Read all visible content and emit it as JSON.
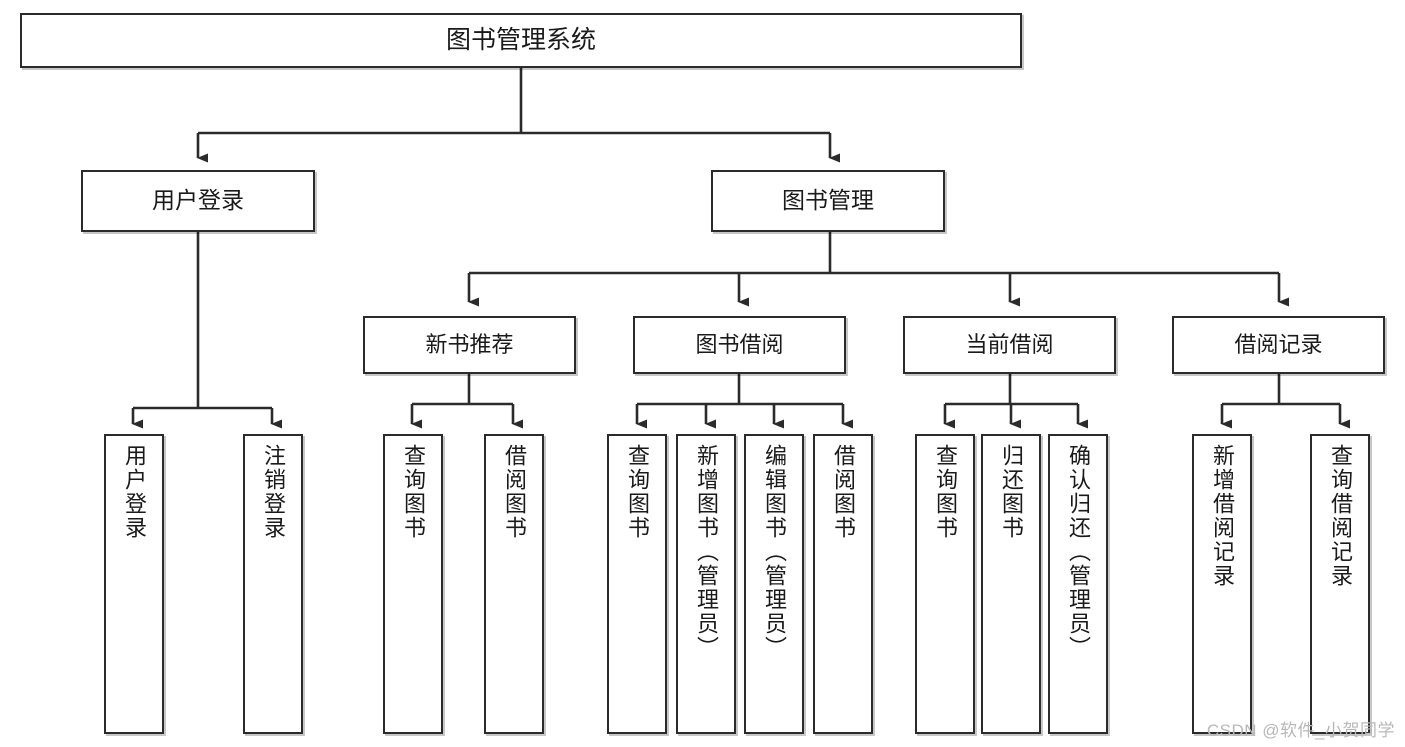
{
  "diagram": {
    "type": "tree-hierarchy",
    "title": "图书管理系统",
    "watermark": "CSDN @软件_小贺同学",
    "colors": {
      "stroke": "#2b2b2b",
      "fill": "#ffffff",
      "text": "#1a1a1a",
      "watermark": "#b8b8b8"
    },
    "nodes": {
      "root": {
        "label": "图书管理系统",
        "level": 1,
        "orientation": "horizontal"
      },
      "user_login": {
        "label": "用户登录",
        "level": 2,
        "orientation": "horizontal"
      },
      "book_manage": {
        "label": "图书管理",
        "level": 2,
        "orientation": "horizontal"
      },
      "new_book_rec": {
        "label": "新书推荐",
        "level": 3,
        "orientation": "horizontal"
      },
      "book_borrow": {
        "label": "图书借阅",
        "level": 3,
        "orientation": "horizontal"
      },
      "current_borrow": {
        "label": "当前借阅",
        "level": 3,
        "orientation": "horizontal"
      },
      "borrow_record": {
        "label": "借阅记录",
        "level": 3,
        "orientation": "horizontal"
      },
      "leaf_user_login": {
        "label": "用户登录",
        "level": 4,
        "orientation": "vertical"
      },
      "leaf_logout": {
        "label": "注销登录",
        "level": 4,
        "orientation": "vertical"
      },
      "leaf_query_book_1": {
        "label": "查询图书",
        "level": 4,
        "orientation": "vertical"
      },
      "leaf_borrow_book_1": {
        "label": "借阅图书",
        "level": 4,
        "orientation": "vertical"
      },
      "leaf_query_book_2": {
        "label": "查询图书",
        "level": 4,
        "orientation": "vertical"
      },
      "leaf_add_book": {
        "label": "新增图书（管理员）",
        "level": 4,
        "orientation": "vertical"
      },
      "leaf_edit_book": {
        "label": "编辑图书（管理员）",
        "level": 4,
        "orientation": "vertical"
      },
      "leaf_borrow_book_2": {
        "label": "借阅图书",
        "level": 4,
        "orientation": "vertical"
      },
      "leaf_query_book_3": {
        "label": "查询图书",
        "level": 4,
        "orientation": "vertical"
      },
      "leaf_return_book": {
        "label": "归还图书",
        "level": 4,
        "orientation": "vertical"
      },
      "leaf_confirm_return": {
        "label": "确认归还（管理员）",
        "level": 4,
        "orientation": "vertical"
      },
      "leaf_add_record": {
        "label": "新增借阅记录",
        "level": 4,
        "orientation": "vertical"
      },
      "leaf_query_record": {
        "label": "查询借阅记录",
        "level": 4,
        "orientation": "vertical"
      }
    },
    "edges": [
      {
        "from": "root",
        "to": "user_login"
      },
      {
        "from": "root",
        "to": "book_manage"
      },
      {
        "from": "user_login",
        "to": "leaf_user_login"
      },
      {
        "from": "user_login",
        "to": "leaf_logout"
      },
      {
        "from": "book_manage",
        "to": "new_book_rec"
      },
      {
        "from": "book_manage",
        "to": "book_borrow"
      },
      {
        "from": "book_manage",
        "to": "current_borrow"
      },
      {
        "from": "book_manage",
        "to": "borrow_record"
      },
      {
        "from": "new_book_rec",
        "to": "leaf_query_book_1"
      },
      {
        "from": "new_book_rec",
        "to": "leaf_borrow_book_1"
      },
      {
        "from": "book_borrow",
        "to": "leaf_query_book_2"
      },
      {
        "from": "book_borrow",
        "to": "leaf_add_book"
      },
      {
        "from": "book_borrow",
        "to": "leaf_edit_book"
      },
      {
        "from": "book_borrow",
        "to": "leaf_borrow_book_2"
      },
      {
        "from": "current_borrow",
        "to": "leaf_query_book_3"
      },
      {
        "from": "current_borrow",
        "to": "leaf_return_book"
      },
      {
        "from": "current_borrow",
        "to": "leaf_confirm_return"
      },
      {
        "from": "borrow_record",
        "to": "leaf_add_record"
      },
      {
        "from": "borrow_record",
        "to": "leaf_query_record"
      }
    ]
  }
}
